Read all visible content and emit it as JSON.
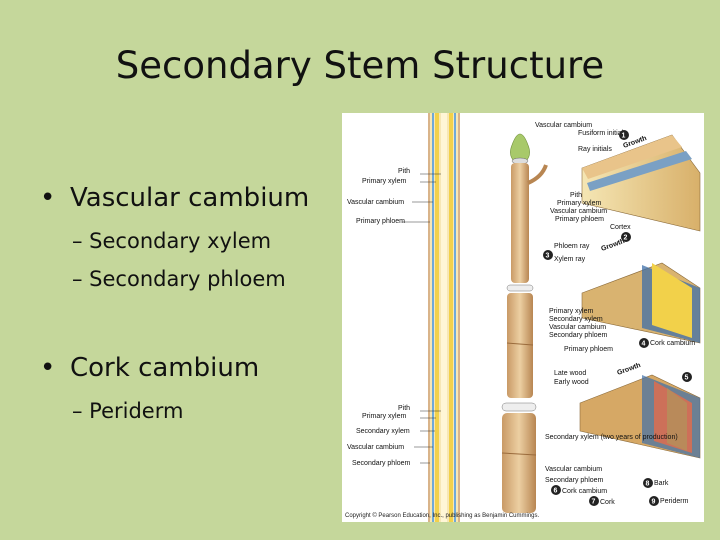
{
  "slide": {
    "title": "Secondary Stem Structure",
    "bullets": [
      {
        "text": "Vascular cambium",
        "sub": [
          "– Secondary xylem",
          "– Secondary phloem"
        ]
      },
      {
        "text": "Cork cambium",
        "sub": [
          "– Periderm"
        ]
      }
    ]
  },
  "figure": {
    "left_labels_top": [
      "Pith",
      "Primary xylem",
      "Vascular cambium",
      "Primary phloem"
    ],
    "left_labels_bottom": [
      "Pith",
      "Primary xylem",
      "Secondary xylem",
      "Vascular cambium",
      "Secondary phloem"
    ],
    "stage1": {
      "vascular_cambium": "Vascular cambium",
      "fusiform_initials": "Fusiform initials",
      "ray_initials": "Ray initials",
      "growth": "Growth",
      "labels": [
        "Pith",
        "Primary xylem",
        "Vascular cambium",
        "Primary phloem",
        "Cortex"
      ]
    },
    "stage2": {
      "phloem_ray": "Phloem ray",
      "xylem_ray": "Xylem ray",
      "growth": "Growth",
      "labels": [
        "Primary xylem",
        "Secondary xylem",
        "Vascular cambium",
        "Secondary phloem",
        "Primary phloem"
      ],
      "cork_cambium": "Cork cambium"
    },
    "stage3": {
      "late_wood": "Late wood",
      "early_wood": "Early wood",
      "growth": "Growth",
      "labels": [
        "Secondary xylem (two years of production)",
        "Vascular cambium",
        "Secondary phloem",
        "Cork cambium",
        "Cork"
      ],
      "bark": "Bark",
      "periderm": "Periderm"
    },
    "step_numbers": [
      "1",
      "2",
      "3",
      "4",
      "5",
      "6",
      "7",
      "8",
      "9"
    ],
    "copyright": "Copyright © Pearson Education, Inc., publishing as Benjamin Cummings."
  },
  "colors": {
    "background": "#c5d79b",
    "xylem_yellow": "#f2d14a",
    "phloem_tan": "#d9b48a",
    "cambium_blue": "#6fa9d8",
    "bark_brown": "#b98a5a"
  }
}
